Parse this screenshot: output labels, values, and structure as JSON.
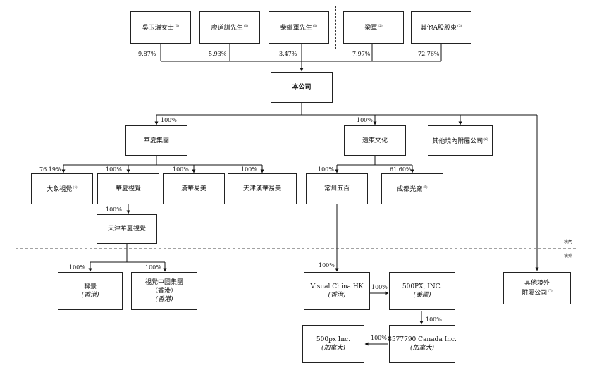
{
  "shareholders": [
    {
      "name": "吳玉瑞女士",
      "note": "(1)",
      "pct": "9.87%"
    },
    {
      "name": "廖道訓先生",
      "note": "(1)",
      "pct": "5.93%"
    },
    {
      "name": "柴繼軍先生",
      "note": "(1)",
      "pct": "3.47%"
    },
    {
      "name": "梁軍",
      "note": "(2)",
      "pct": "7.97%"
    },
    {
      "name": "其他A股股東",
      "note": "(3)",
      "pct": "72.76%"
    }
  ],
  "company": {
    "name": "本公司"
  },
  "tier1": {
    "huaxia_group": {
      "name": "華夏集團",
      "pct": "100%"
    },
    "yuandong": {
      "name": "遠東文化",
      "pct": "100%"
    },
    "other_domestic": {
      "name": "其他境內附屬公司",
      "note": "(6)"
    },
    "other_overseas": {
      "line1": "其他境外",
      "line2": "附屬公司",
      "note": "(7)"
    }
  },
  "tier2": {
    "daxiang": {
      "name": "大象視覺",
      "note": "(4)",
      "pct": "76.19%"
    },
    "huaxia_vision": {
      "name": "華夏視覺",
      "pct": "100%"
    },
    "hanhua": {
      "name": "漢華易美",
      "pct": "100%"
    },
    "tianjin_hanhua": {
      "name": "天津漢華易美",
      "pct": "100%"
    },
    "changzhou": {
      "name": "常州五百",
      "pct": "100%"
    },
    "chengdu": {
      "name": "成都光廠",
      "note": "(5)",
      "pct": "61.60%"
    }
  },
  "tier3": {
    "tianjin_huaxia": {
      "name": "天津華夏視覺",
      "pct": "100%"
    }
  },
  "overseas": {
    "lianjing": {
      "name": "聯景",
      "sub": "(香港)",
      "pct": "100%"
    },
    "vcg_china": {
      "name": "視覺中國集團",
      "sub1": "（香港）",
      "sub2": "(香港)",
      "pct": "100%"
    },
    "vc_hk": {
      "name": "Visual China HK",
      "sub": "(香港)",
      "pct": "100%"
    },
    "px500_inc": {
      "name": "500PX, INC.",
      "sub": "(美國)",
      "pct": "100%"
    },
    "canada_8577790": {
      "name": "8577790 Canada Inc.",
      "sub": "(加拿大)",
      "pct": "100%"
    },
    "px500_canada": {
      "name": "500px Inc.",
      "sub": "(加拿大)",
      "pct": "100%"
    }
  },
  "zones": {
    "domestic": "境內",
    "overseas": "境外"
  }
}
